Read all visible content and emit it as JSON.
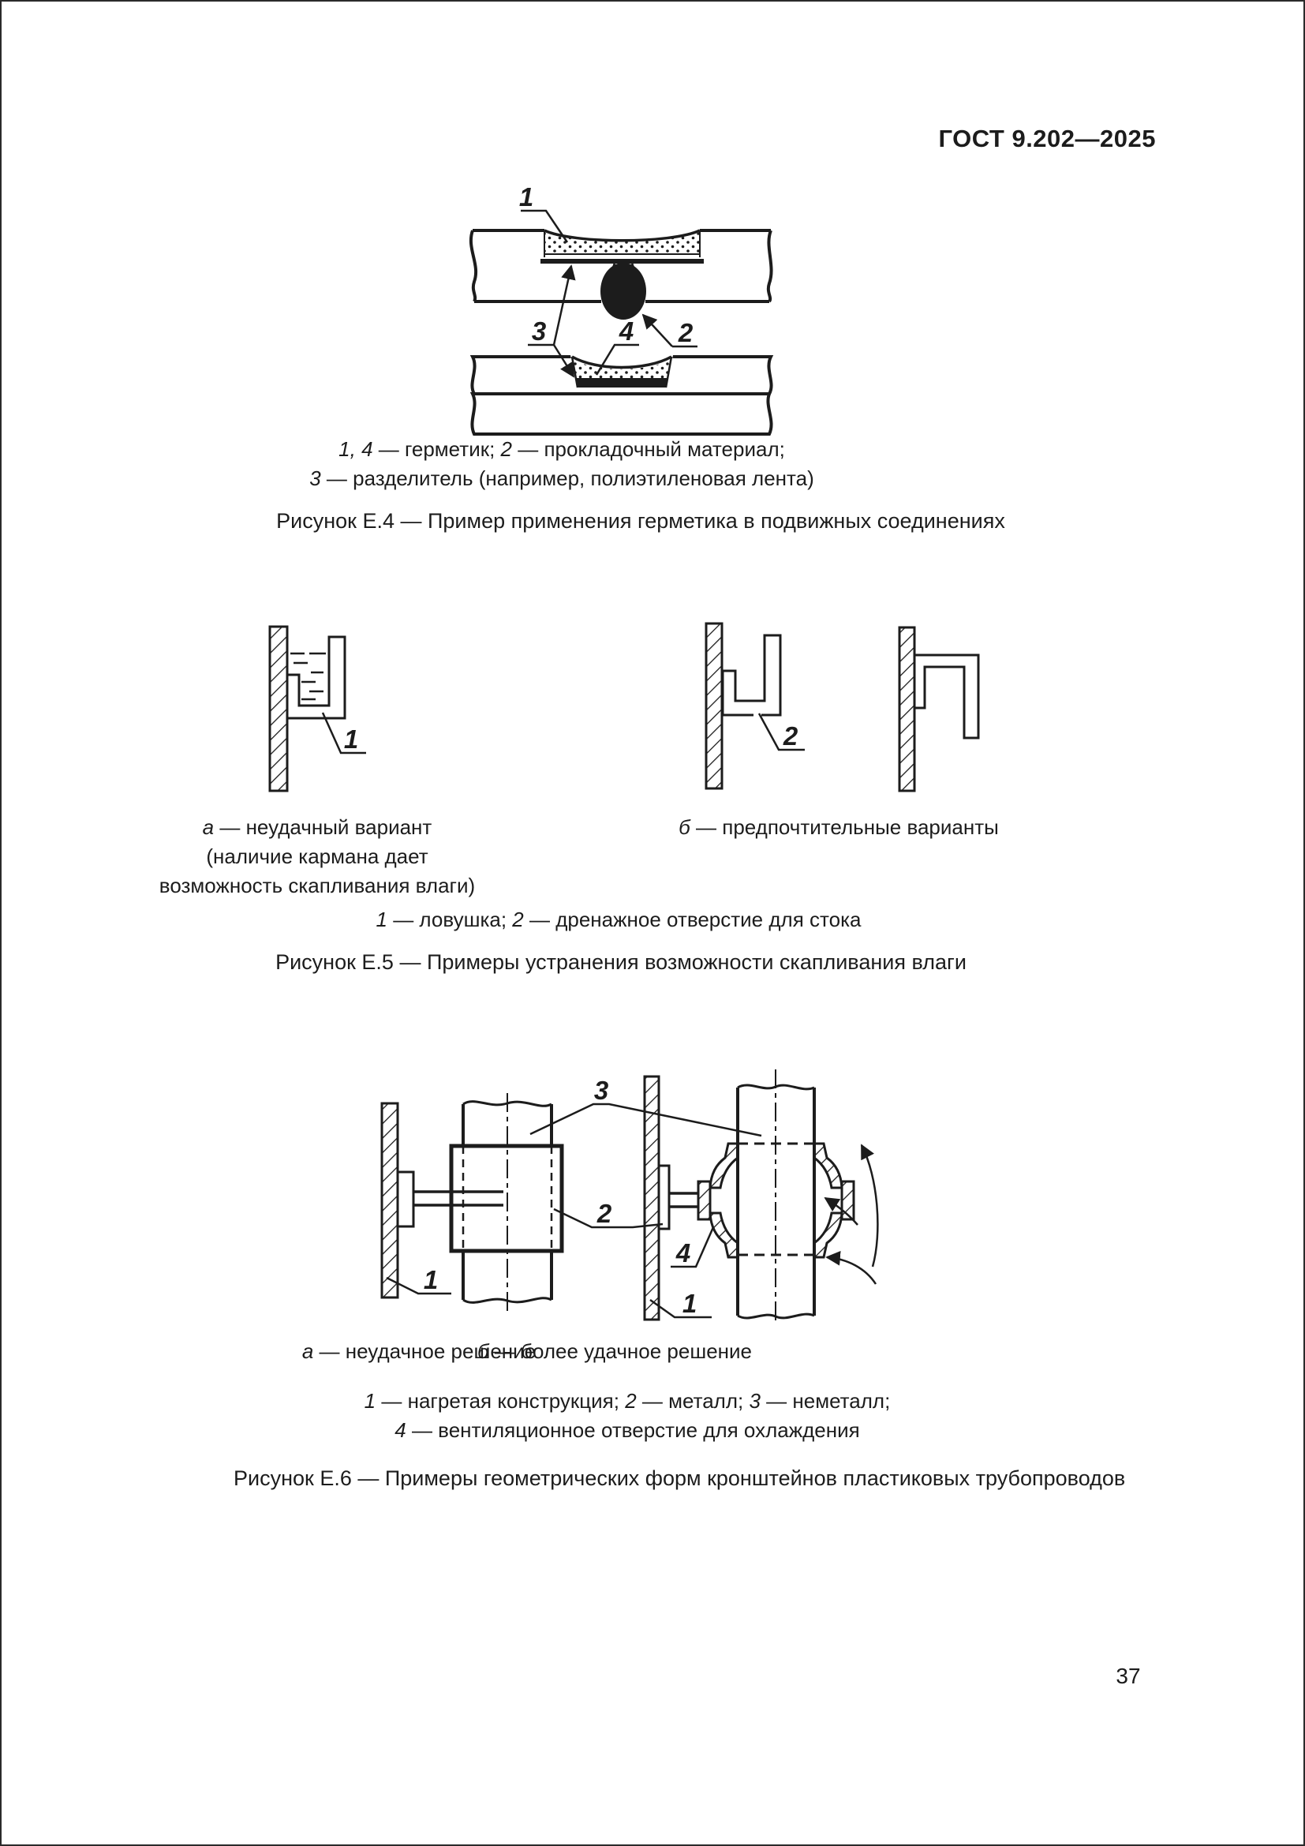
{
  "doc": {
    "header": "ГОСТ 9.202—2025",
    "page_number": "37"
  },
  "colors": {
    "ink": "#1c1c1c",
    "paper": "#ffffff"
  },
  "figure_e4": {
    "callouts": {
      "n1": "1",
      "n2": "2",
      "n3": "3",
      "n4": "4"
    },
    "legend_line1": [
      {
        "i": "1, 4",
        "t": " — герметик; "
      },
      {
        "i": "2",
        "t": " — прокладочный материал;"
      }
    ],
    "legend_line2": [
      {
        "i": "3",
        "t": " — разделитель (например, полиэтиленовая лента)"
      }
    ],
    "caption": "Рисунок Е.4 — Пример применения герметика в подвижных соединениях"
  },
  "figure_e5": {
    "callouts": {
      "n1": "1",
      "n2": "2"
    },
    "variant_a": {
      "i": "а",
      "t": " — неудачный вариант"
    },
    "variant_a_line2": "(наличие кармана дает",
    "variant_a_line3": "возможность скапливания влаги)",
    "variant_b": {
      "i": "б",
      "t": " — предпочтительные варианты"
    },
    "legend": [
      {
        "i": "1",
        "t": " — ловушка; "
      },
      {
        "i": "2",
        "t": " — дренажное отверстие для стока"
      }
    ],
    "caption": "Рисунок Е.5 — Примеры устранения возможности скапливания влаги"
  },
  "figure_e6": {
    "callouts": {
      "n1": "1",
      "n2": "2",
      "n3": "3",
      "n4": "4"
    },
    "variant_a": {
      "i": "а",
      "t": " — неудачное решение"
    },
    "variant_b": {
      "i": "б",
      "t": " — более удачное решение"
    },
    "legend_line1": [
      {
        "i": "1",
        "t": " — нагретая конструкция; "
      },
      {
        "i": "2",
        "t": " — металл; "
      },
      {
        "i": "3",
        "t": " — неметалл;"
      }
    ],
    "legend_line2": [
      {
        "i": "4",
        "t": " — вентиляционное отверстие для охлаждения"
      }
    ],
    "caption": "Рисунок Е.6 — Примеры геометрических форм кронштейнов пластиковых трубопроводов"
  }
}
